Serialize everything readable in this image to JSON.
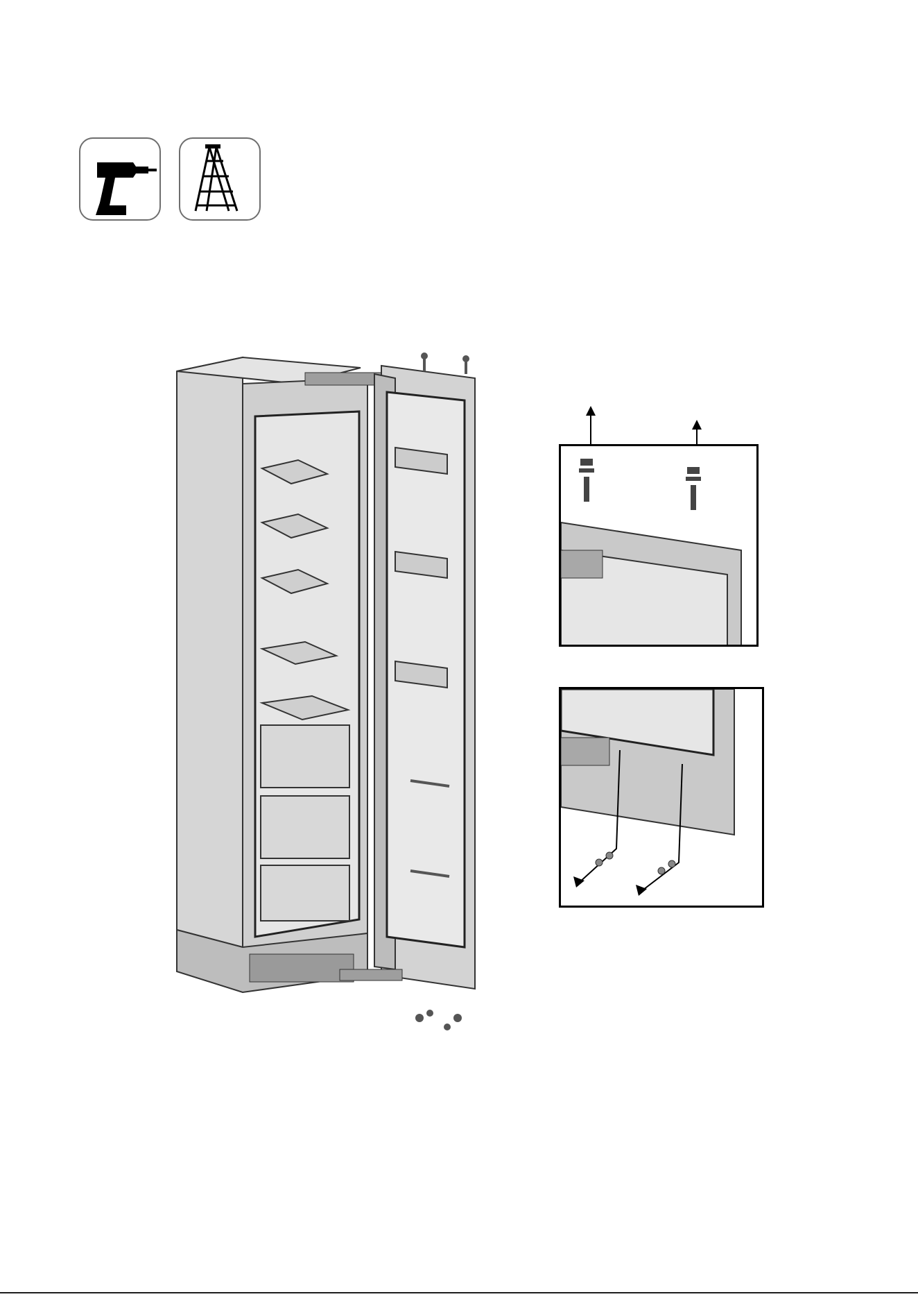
{
  "page": {
    "description_free": true
  },
  "tools": [
    {
      "icon": "cordless-drill-icon"
    },
    {
      "icon": "step-ladder-icon"
    }
  ],
  "figures": {
    "main": "refrigerator-door-open-illustration",
    "detail_top": "top-hinge-bolt-removal-detail",
    "detail_bottom": "bottom-hinge-bolt-removal-detail"
  }
}
